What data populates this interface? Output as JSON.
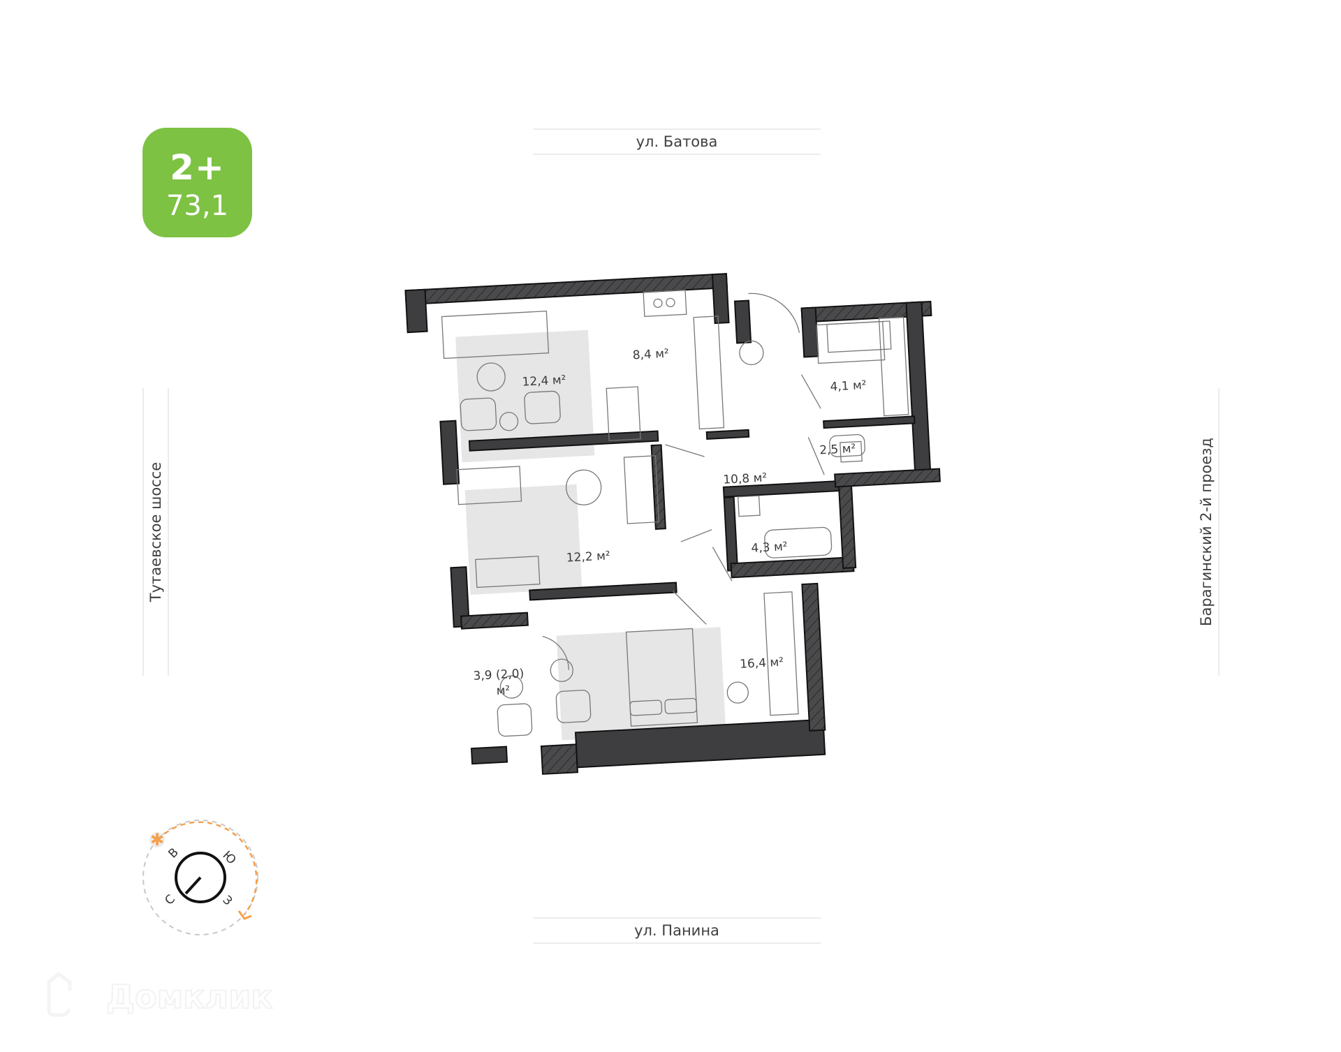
{
  "badge": {
    "rooms": "2+",
    "area": "73,1",
    "color": "#7dc243"
  },
  "streets": {
    "top": "ул. Батова",
    "bottom": "ул. Панина",
    "left": "Тутаевское шоссе",
    "right": "Барагинский 2-й проезд"
  },
  "rooms": [
    {
      "id": "living",
      "label": "12,4  м²"
    },
    {
      "id": "kitchen",
      "label": "8,4  м²"
    },
    {
      "id": "hallway",
      "label": "10,8  м²"
    },
    {
      "id": "wardrobe",
      "label": "4,1  м²"
    },
    {
      "id": "toilet",
      "label": "2,5  м²"
    },
    {
      "id": "bedroom-small",
      "label": "12,2  м²"
    },
    {
      "id": "bathroom",
      "label": "4,3  м²"
    },
    {
      "id": "bedroom-main",
      "label": "16,4  м²"
    },
    {
      "id": "balcony",
      "label": "3,9 (2,0)",
      "label2": "м²"
    }
  ],
  "compass": {
    "letters": {
      "north": "С",
      "east": "В",
      "south": "Ю",
      "west": "З"
    },
    "sun_color": "#f5a04a",
    "arc_color": "#f5a04a",
    "track_color": "#c8c8c8"
  },
  "watermark": {
    "text": "Домклик"
  }
}
